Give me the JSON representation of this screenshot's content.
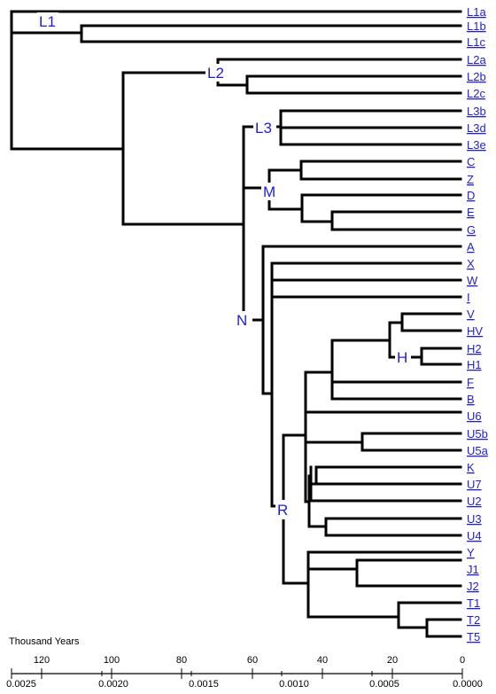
{
  "tree": {
    "leaves": [
      "L1a",
      "L1b",
      "L1c",
      "L2a",
      "L2b",
      "L2c",
      "L3b",
      "L3d",
      "L3e",
      "C",
      "Z",
      "D",
      "E",
      "G",
      "A",
      "X",
      "W",
      "I",
      "V",
      "HV",
      "H2",
      "H1",
      "F",
      "B",
      "U6",
      "U5b",
      "U5a",
      "K",
      "U7",
      "U2",
      "U3",
      "U4",
      "Y",
      "J1",
      "J2",
      "T1",
      "T2",
      "T5"
    ],
    "clade_labels": [
      "L1",
      "L2",
      "L3",
      "M",
      "N",
      "H",
      "R"
    ]
  },
  "axis": {
    "title": "Thousand Years",
    "top_ticks": [
      "120",
      "100",
      "80",
      "60",
      "40",
      "20",
      "0"
    ],
    "bottom_ticks": [
      "0.0025",
      "0.0020",
      "0.0015",
      "0.0010",
      "0.0005",
      "0.0000"
    ]
  },
  "colors": {
    "label": "#1f1fd0",
    "branch": "#000000"
  }
}
